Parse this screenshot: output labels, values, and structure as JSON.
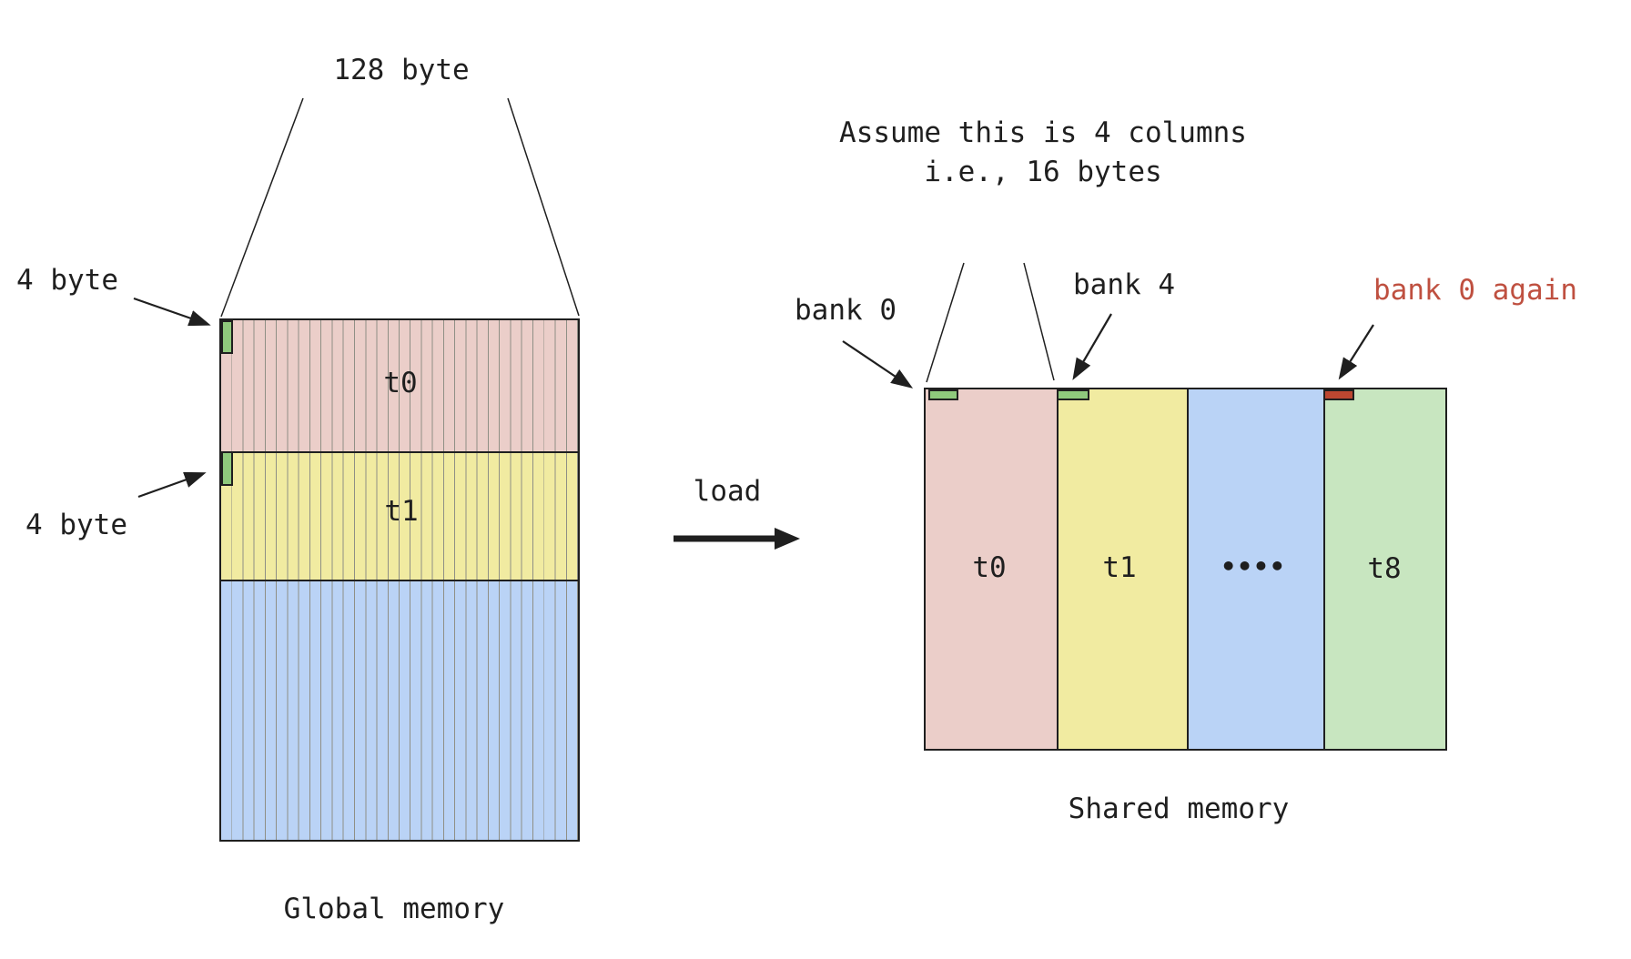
{
  "colors": {
    "ink": "#1f1f1f",
    "pink": "#ebcec9",
    "yellow": "#f1eba1",
    "blue": "#bad3f6",
    "green_col": "#c8e6c0",
    "green_marker": "#8fc97c",
    "red_marker": "#bc4731",
    "red_text": "#bf5040",
    "stripe_line": "#8f8f85"
  },
  "global_memory": {
    "caption": "Global memory",
    "width_label": "128 byte",
    "cell_label_top": "4 byte",
    "cell_label_bottom": "4 byte",
    "stripe_count": 32,
    "bands": [
      {
        "label": "t0"
      },
      {
        "label": "t1"
      },
      {
        "label": ""
      }
    ]
  },
  "transfer": {
    "label": "load"
  },
  "shared_memory": {
    "caption": "Shared memory",
    "note_line1": "Assume this is 4 columns",
    "note_line2": "i.e., 16 bytes",
    "bank_labels": {
      "bank0": "bank 0",
      "bank4": "bank 4",
      "bank0_again": "bank 0 again"
    },
    "columns": [
      {
        "label": "t0"
      },
      {
        "label": "t1"
      },
      {
        "label": "••••"
      },
      {
        "label": "t8"
      }
    ]
  }
}
